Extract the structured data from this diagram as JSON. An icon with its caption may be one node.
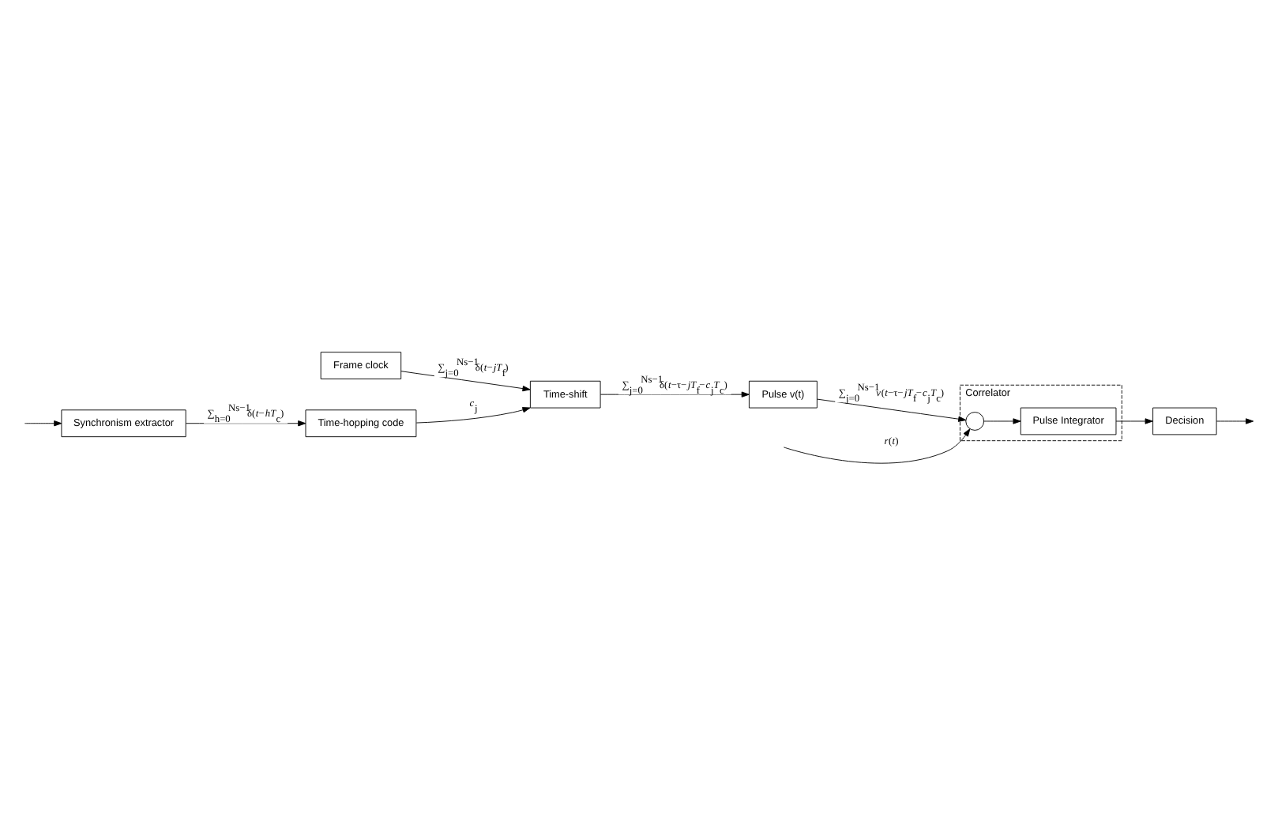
{
  "diagram": {
    "nodes": [
      {
        "text": [
          "Correlator"
        ]
      },
      {
        "text": [],
        "shape": "circle",
        "in": 0
      },
      {
        "text": [
          "Pulse Integrator"
        ],
        "in": 0
      },
      {
        "text": [
          "Decision"
        ]
      },
      {
        "text": [
          "Pulse v(t)"
        ]
      },
      {
        "text": [
          "Time-shift"
        ]
      },
      {
        "text": [
          "Frame clock"
        ]
      },
      {
        "text": [
          "Synchronism extractor"
        ]
      },
      {
        "text": [
          "Time-hopping code"
        ]
      }
    ],
    "edges": [
      {
        "from": null,
        "to": 1,
        "arrow": "to",
        "label": "*r*(*t*)"
      },
      {
        "from": 1,
        "to": 2,
        "arrow": "to"
      },
      {
        "from": 2,
        "to": 3,
        "arrow": "to"
      },
      {
        "from": 3,
        "to": null,
        "arrow": "to"
      },
      {
        "from": 4,
        "to": 1,
        "arrow": "to",
        "label": "∑$_{j=0}$$^{Ns−1}$*v*(*t*−τ−*jT*$_{f}$−*c*$_{j}$*T*$_{c}$)"
      },
      {
        "from": 5,
        "to": 4,
        "arrow": "to",
        "label": "∑$_{j=0}$$^{Ns−1}$δ(*t*−τ−*jT*$_{f}$−*c*$_{j}$*T*$_{c}$)"
      },
      {
        "from": 6,
        "to": 5,
        "arrow": "to",
        "label": "∑$_{j=0}$$^{Ns−1}$δ(*t*−*jT*$_{f}$)"
      },
      {
        "from": null,
        "to": 7,
        "arrow": "to"
      },
      {
        "from": 7,
        "to": 8,
        "arrow": "to",
        "label": "∑$_{h=0}$$^{Ns−1}$δ(*t*−*hT*$_{c}$)"
      },
      {
        "from": 8,
        "to": 5,
        "arrow": "to",
        "label": "*c*$_{j}$"
      }
    ]
  }
}
